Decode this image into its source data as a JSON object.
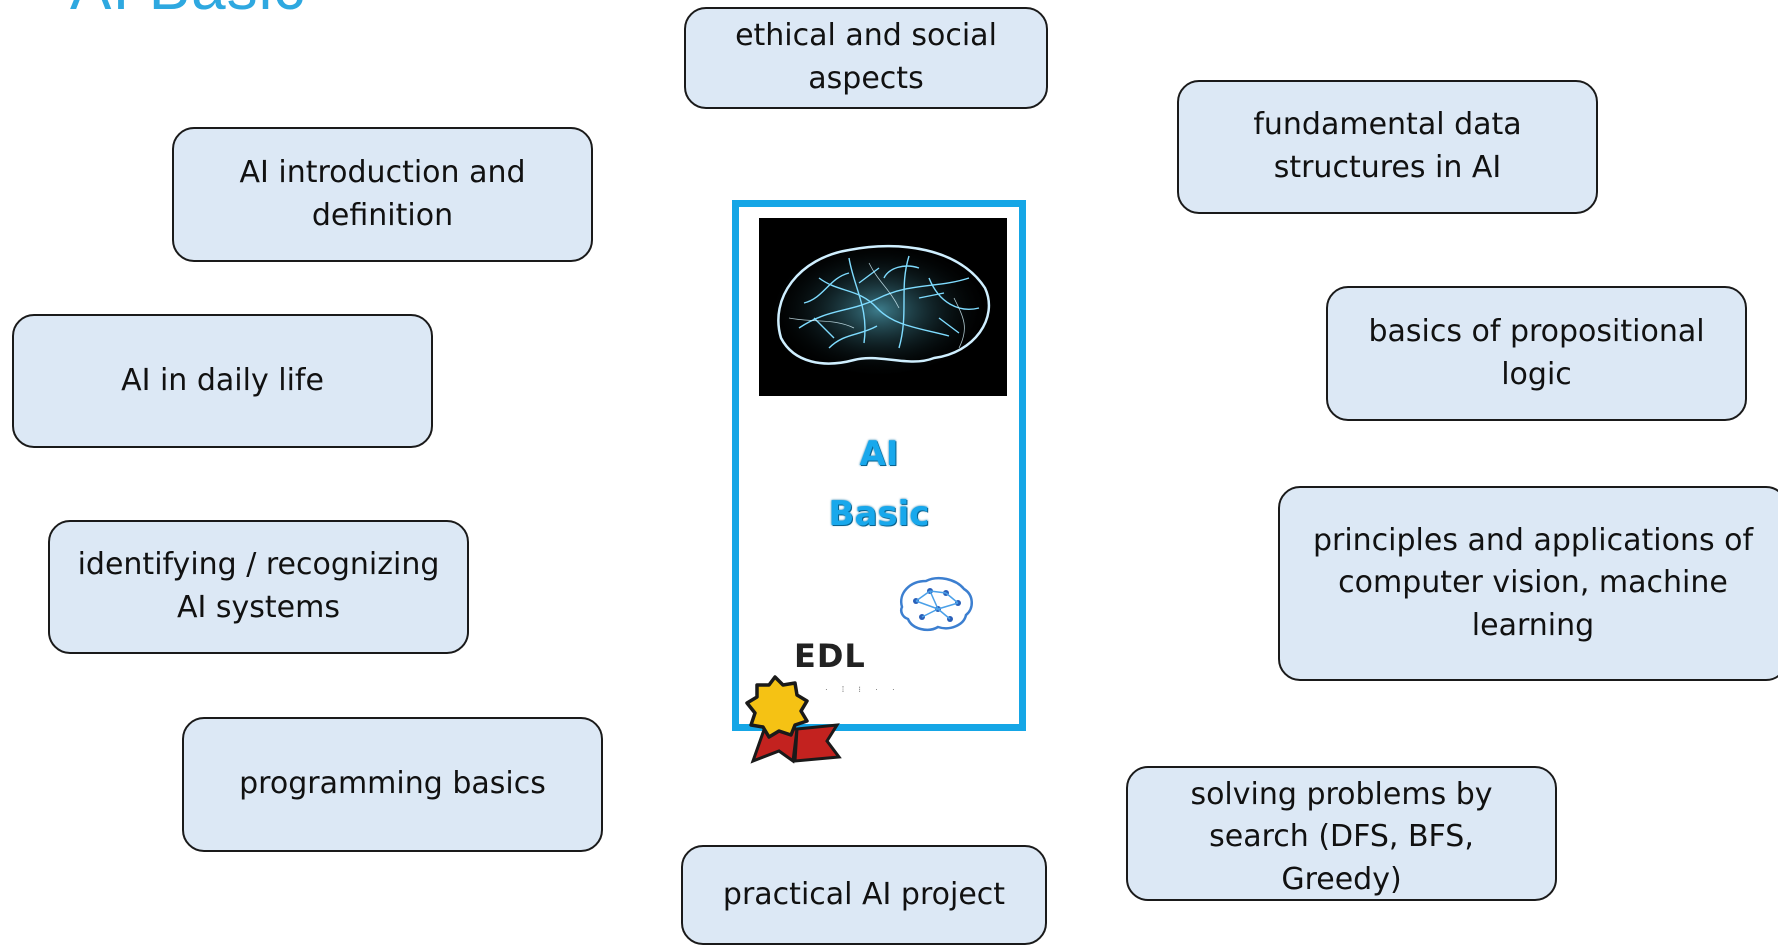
{
  "title": "AI Basic",
  "card": {
    "title_line1": "AI",
    "title_line2": "Basic",
    "logo_text": "EDL",
    "logo_subtext": "· ⁞ ⁝ · ·"
  },
  "topics": {
    "ethics": "ethical and social aspects",
    "intro": "AI introduction and definition",
    "daily": "AI in daily life",
    "identify": "identifying / recognizing AI systems",
    "programming": "programming basics",
    "project": "practical AI project",
    "data_structures": "fundamental data structures in AI",
    "logic": "basics of propositional logic",
    "vision": "principles and applications of computer vision, machine learning",
    "search": "solving problems by search (DFS, BFS, Greedy)"
  },
  "icons": [
    "brain-network-icon",
    "brain-circuit-icon",
    "award-ribbon-icon"
  ],
  "colors": {
    "accent": "#15a6e6",
    "box_fill": "#dce8f5",
    "box_border": "#1a1a1a"
  }
}
